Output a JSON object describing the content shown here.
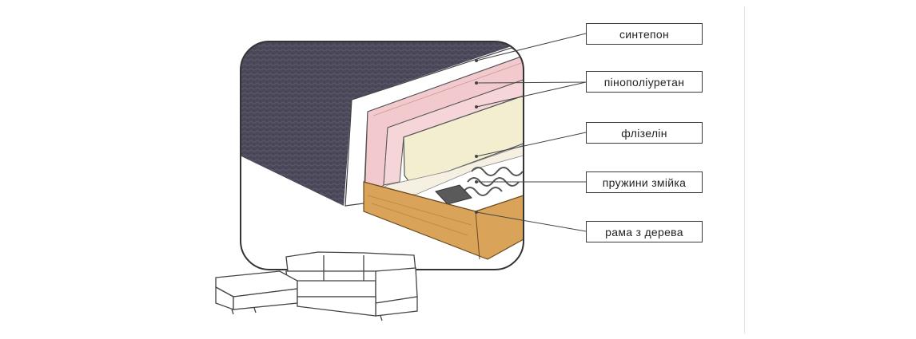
{
  "labels": {
    "sintepon": "синтепон",
    "polyurethane": "пінополіуретан",
    "flizelin": "флізелін",
    "springs": "пружини змійка",
    "frame": "рама з дерева"
  },
  "icons": {
    "sofa": "corner-sofa-icon"
  },
  "colors": {
    "fabric": "#4a4858",
    "polyurethane_pink": "#f2c9cc",
    "foam_cream": "#f4eed0",
    "wood": "#d9a45a",
    "outline": "#3a3a3a"
  }
}
